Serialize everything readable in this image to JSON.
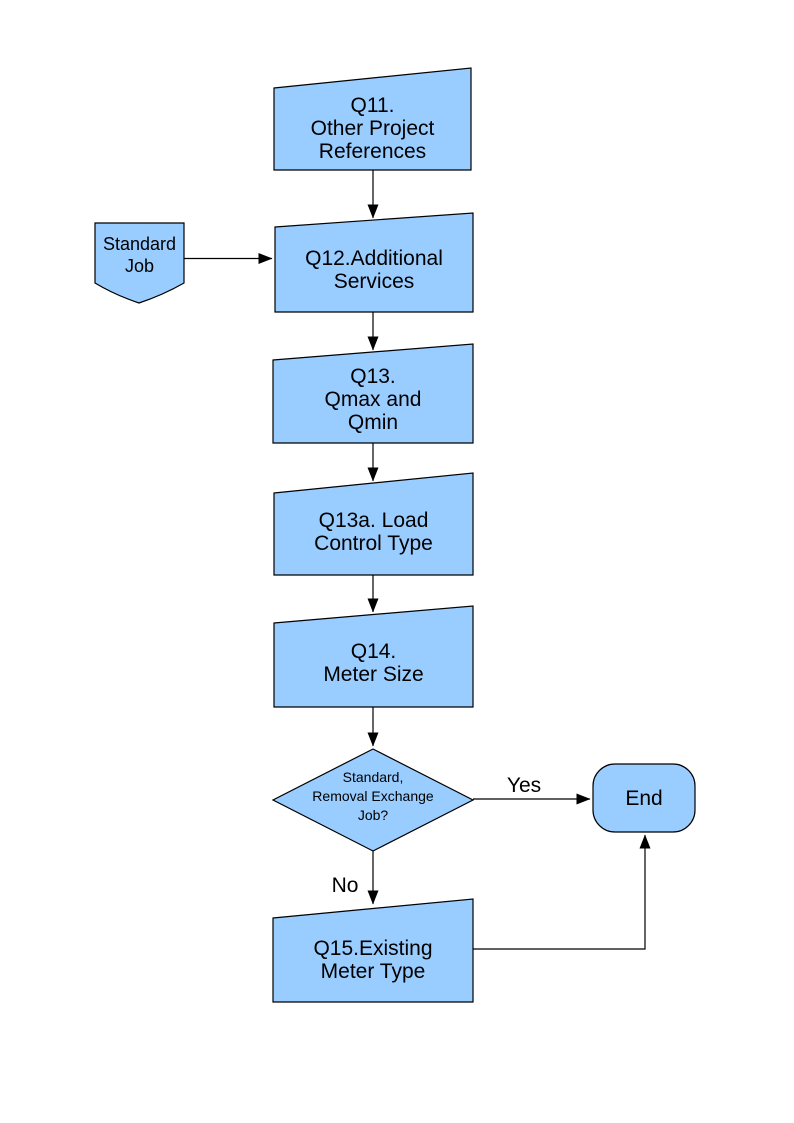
{
  "colors": {
    "node_fill": "#99ccff",
    "node_stroke": "#000000",
    "background": "#ffffff",
    "text": "#000000"
  },
  "nodes": {
    "q11": {
      "lines": [
        "Q11.",
        "Other Project",
        "References"
      ]
    },
    "standard_job": {
      "lines": [
        "Standard",
        "Job"
      ]
    },
    "q12": {
      "lines": [
        "Q12.Additional",
        "Services"
      ]
    },
    "q13": {
      "lines": [
        "Q13.",
        "Qmax and",
        "Qmin"
      ]
    },
    "q13a": {
      "lines": [
        "Q13a. Load",
        "Control Type"
      ]
    },
    "q14": {
      "lines": [
        "Q14.",
        "Meter Size"
      ]
    },
    "decision": {
      "lines": [
        "Standard,",
        "Removal Exchange",
        "Job?"
      ]
    },
    "end": {
      "label": "End"
    },
    "q15": {
      "lines": [
        "Q15.Existing",
        "Meter Type"
      ]
    }
  },
  "edge_labels": {
    "yes": "Yes",
    "no": "No"
  }
}
